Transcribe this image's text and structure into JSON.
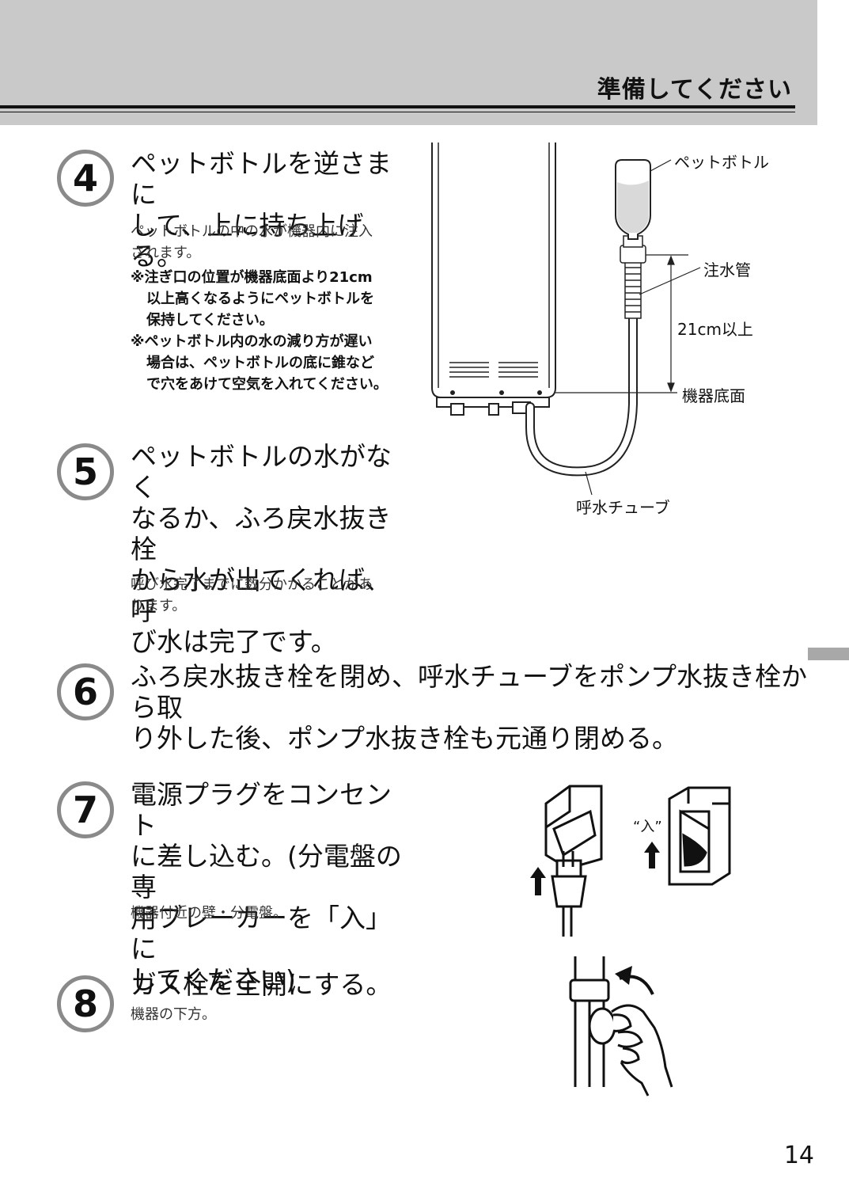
{
  "header": {
    "title": "準備してください"
  },
  "steps": {
    "s4": {
      "number": "4",
      "title_lines": [
        "ペットボトルを逆さまに",
        "して、上に持ち上げる。"
      ],
      "note_lines": [
        "ペットボトルの中の水が機器内に注入",
        "されます。"
      ],
      "bullets": [
        [
          "※注ぎ口の位置が機器底面より21cm",
          "以上高くなるようにペットボトルを",
          "保持してください。"
        ],
        [
          "※ペットボトル内の水の減り方が遅い",
          "場合は、ペットボトルの底に錐など",
          "で穴をあけて空気を入れてください。"
        ]
      ]
    },
    "s5": {
      "number": "5",
      "title_lines": [
        "ペットボトルの水がなく",
        "なるか、ふろ戻水抜き栓",
        "から水が出てくれば、呼",
        "び水は完了です。"
      ],
      "note_lines": [
        "呼び水完了までに数分かかることがあ",
        "ります。"
      ]
    },
    "s6": {
      "number": "6",
      "title_lines": [
        "ふろ戻水抜き栓を閉め、呼水チューブをポンプ水抜き栓から取",
        "り外した後、ポンプ水抜き栓も元通り閉める。"
      ]
    },
    "s7": {
      "number": "7",
      "title_lines": [
        "電源プラグをコンセント",
        "に差し込む。(分電盤の専",
        "用ブレーカーを「入」に",
        "してください)"
      ],
      "note": "機器付近の壁・分電盤。"
    },
    "s8": {
      "number": "8",
      "title": "ガス栓を全開にする。",
      "note": "機器の下方。"
    }
  },
  "diagram": {
    "labels": {
      "bottle": "ペットボトル",
      "pipe": "注水管",
      "height": "21cm以上",
      "bottom": "機器底面",
      "tube": "呼水チューブ"
    },
    "switch_label": "“入”"
  },
  "page_number": "14"
}
